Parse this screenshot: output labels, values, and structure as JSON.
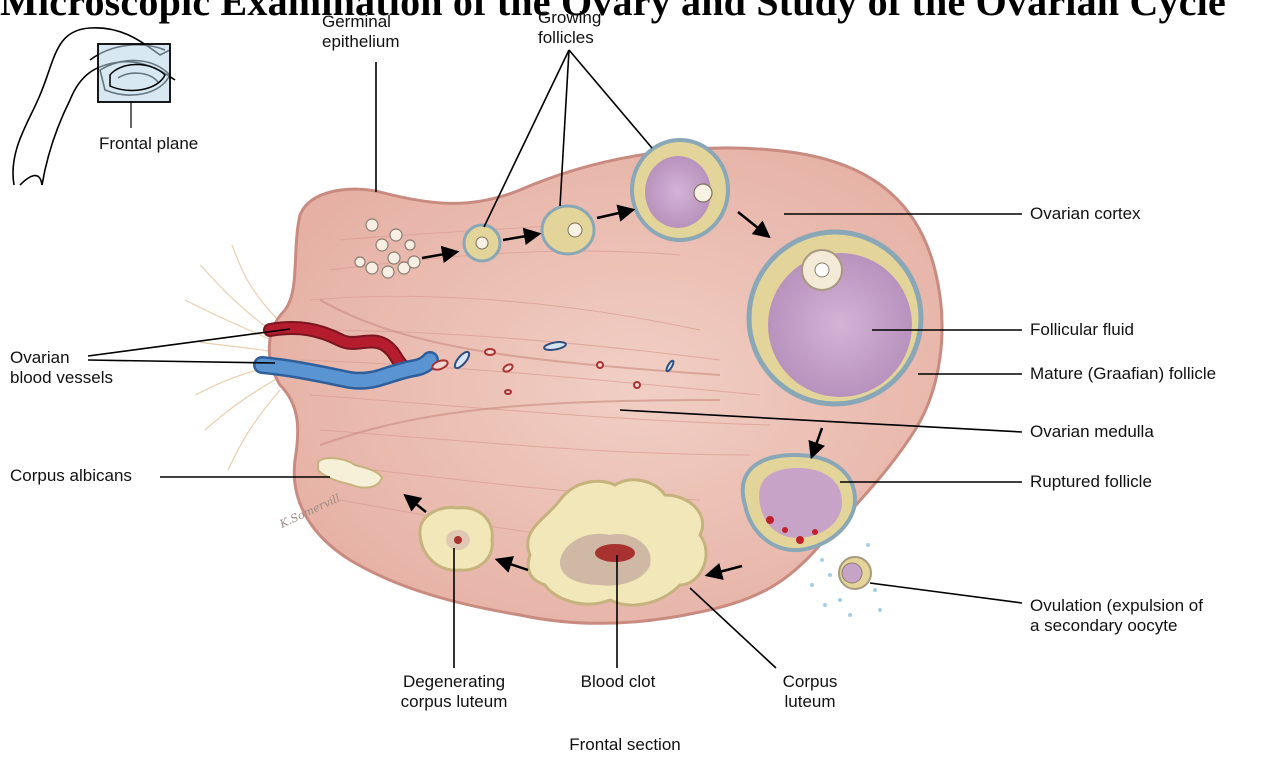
{
  "title": "Microscopic Examination of the Ovary and Study of the Ovarian Cycle",
  "labels": {
    "frontal_plane": "Frontal plane",
    "germinal_epithelium_l1": "Germinal",
    "germinal_epithelium_l2": "epithelium",
    "growing_follicles_l1": "Growing",
    "growing_follicles_l2": "follicles",
    "ovarian_cortex": "Ovarian cortex",
    "follicular_fluid": "Follicular fluid",
    "mature_follicle": "Mature (Graafian) follicle",
    "ovarian_medulla": "Ovarian medulla",
    "ruptured_follicle": "Ruptured follicle",
    "ovulation_l1": "Ovulation (expulsion of",
    "ovulation_l2": "a  secondary oocyte",
    "ovarian_vessels_l1": "Ovarian",
    "ovarian_vessels_l2": "blood vessels",
    "corpus_albicans": "Corpus albicans",
    "degenerating_l1": "Degenerating",
    "degenerating_l2": "corpus luteum",
    "blood_clot": "Blood clot",
    "corpus_luteum_l1": "Corpus",
    "corpus_luteum_l2": "luteum",
    "frontal_section": "Frontal section"
  },
  "colors": {
    "ovary_fill": "#efc3b8",
    "ovary_edge": "#c98b80",
    "follicle_fluid": "#c7a3c9",
    "granulosa": "#e3d49a",
    "vein": "#4f86c6",
    "artery": "#b51d2e",
    "corpus_luteum": "#f2e7b8",
    "clot": "#a8322f"
  }
}
